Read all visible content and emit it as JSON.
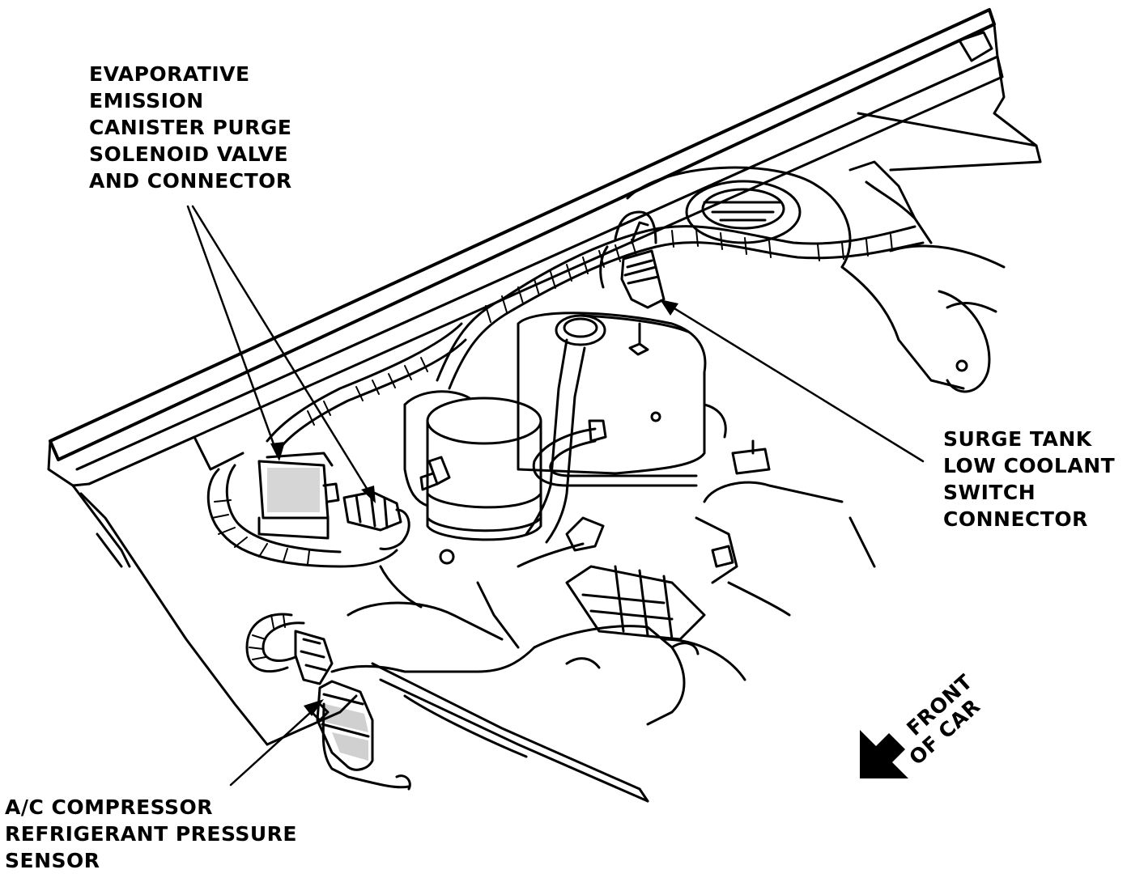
{
  "labels": {
    "evap": [
      "EVAPORATIVE",
      "EMISSION",
      "CANISTER PURGE",
      "SOLENOID VALVE",
      "AND CONNECTOR"
    ],
    "surge": [
      "SURGE TANK",
      "LOW COOLANT",
      "SWITCH",
      "CONNECTOR"
    ],
    "ac": [
      "A/C COMPRESSOR",
      "REFRIGERANT PRESSURE",
      "SENSOR"
    ],
    "front": [
      "FRONT",
      "OF CAR"
    ]
  },
  "icons": {
    "front_arrow": "arrow-down-left-icon"
  }
}
